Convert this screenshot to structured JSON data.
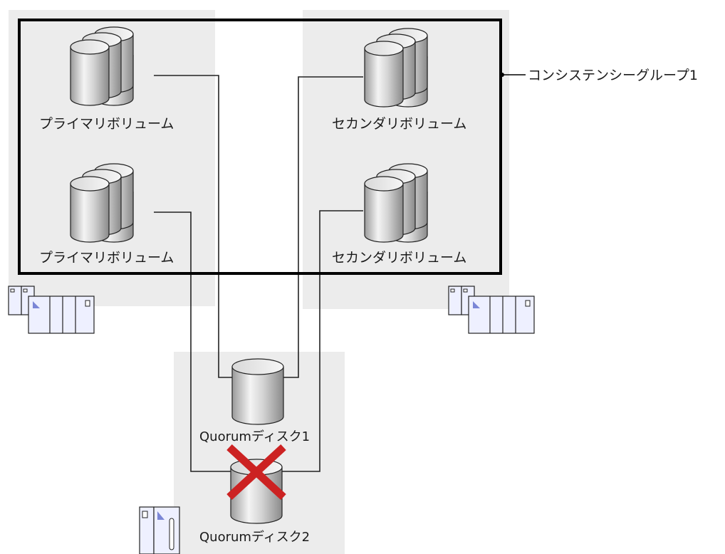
{
  "consistency_group": {
    "label": "コンシステンシーグループ1"
  },
  "primary_site": {
    "volumes": [
      {
        "label": "プライマリボリューム"
      },
      {
        "label": "プライマリボリューム"
      }
    ]
  },
  "secondary_site": {
    "volumes": [
      {
        "label": "セカンダリボリューム"
      },
      {
        "label": "セカンダリボリューム"
      }
    ]
  },
  "quorum_site": {
    "disks": [
      {
        "label": "Quorumディスク1",
        "status": "normal"
      },
      {
        "label": "Quorumディスク2",
        "status": "failed"
      }
    ]
  },
  "colors": {
    "site_panel": "#ececec",
    "group_border": "#000000",
    "failure_mark": "#cc2222",
    "server_fill": "#eef0ff",
    "server_accent": "#7b86d6"
  }
}
